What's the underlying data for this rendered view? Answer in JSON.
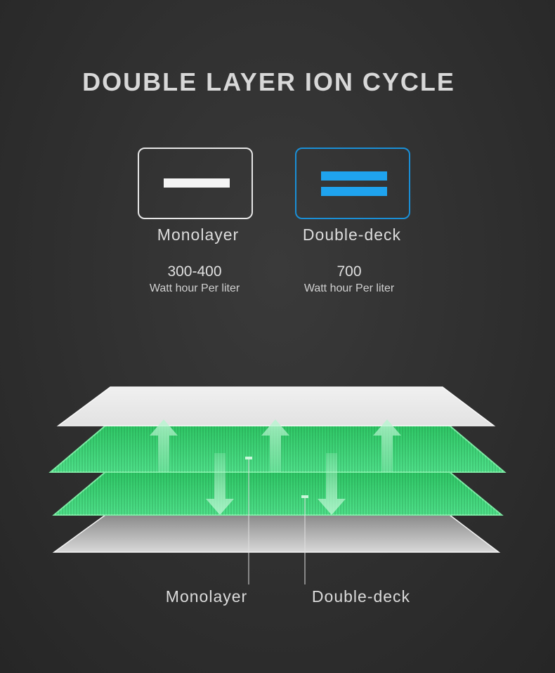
{
  "title": "DOUBLE LAYER ION CYCLE",
  "comparison": [
    {
      "name": "Monolayer",
      "value": "300-400",
      "unit": "Watt hour Per liter",
      "icon": "single-bar-icon"
    },
    {
      "name": "Double-deck",
      "value": "700",
      "unit": "Watt hour Per liter",
      "icon": "double-bar-icon"
    }
  ],
  "diagram": {
    "labels": [
      "Monolayer",
      "Double-deck"
    ]
  },
  "colors": {
    "accent_blue": "#1fa3ee",
    "green_layer": "#3fd97a",
    "background": "#2f2f2f"
  }
}
